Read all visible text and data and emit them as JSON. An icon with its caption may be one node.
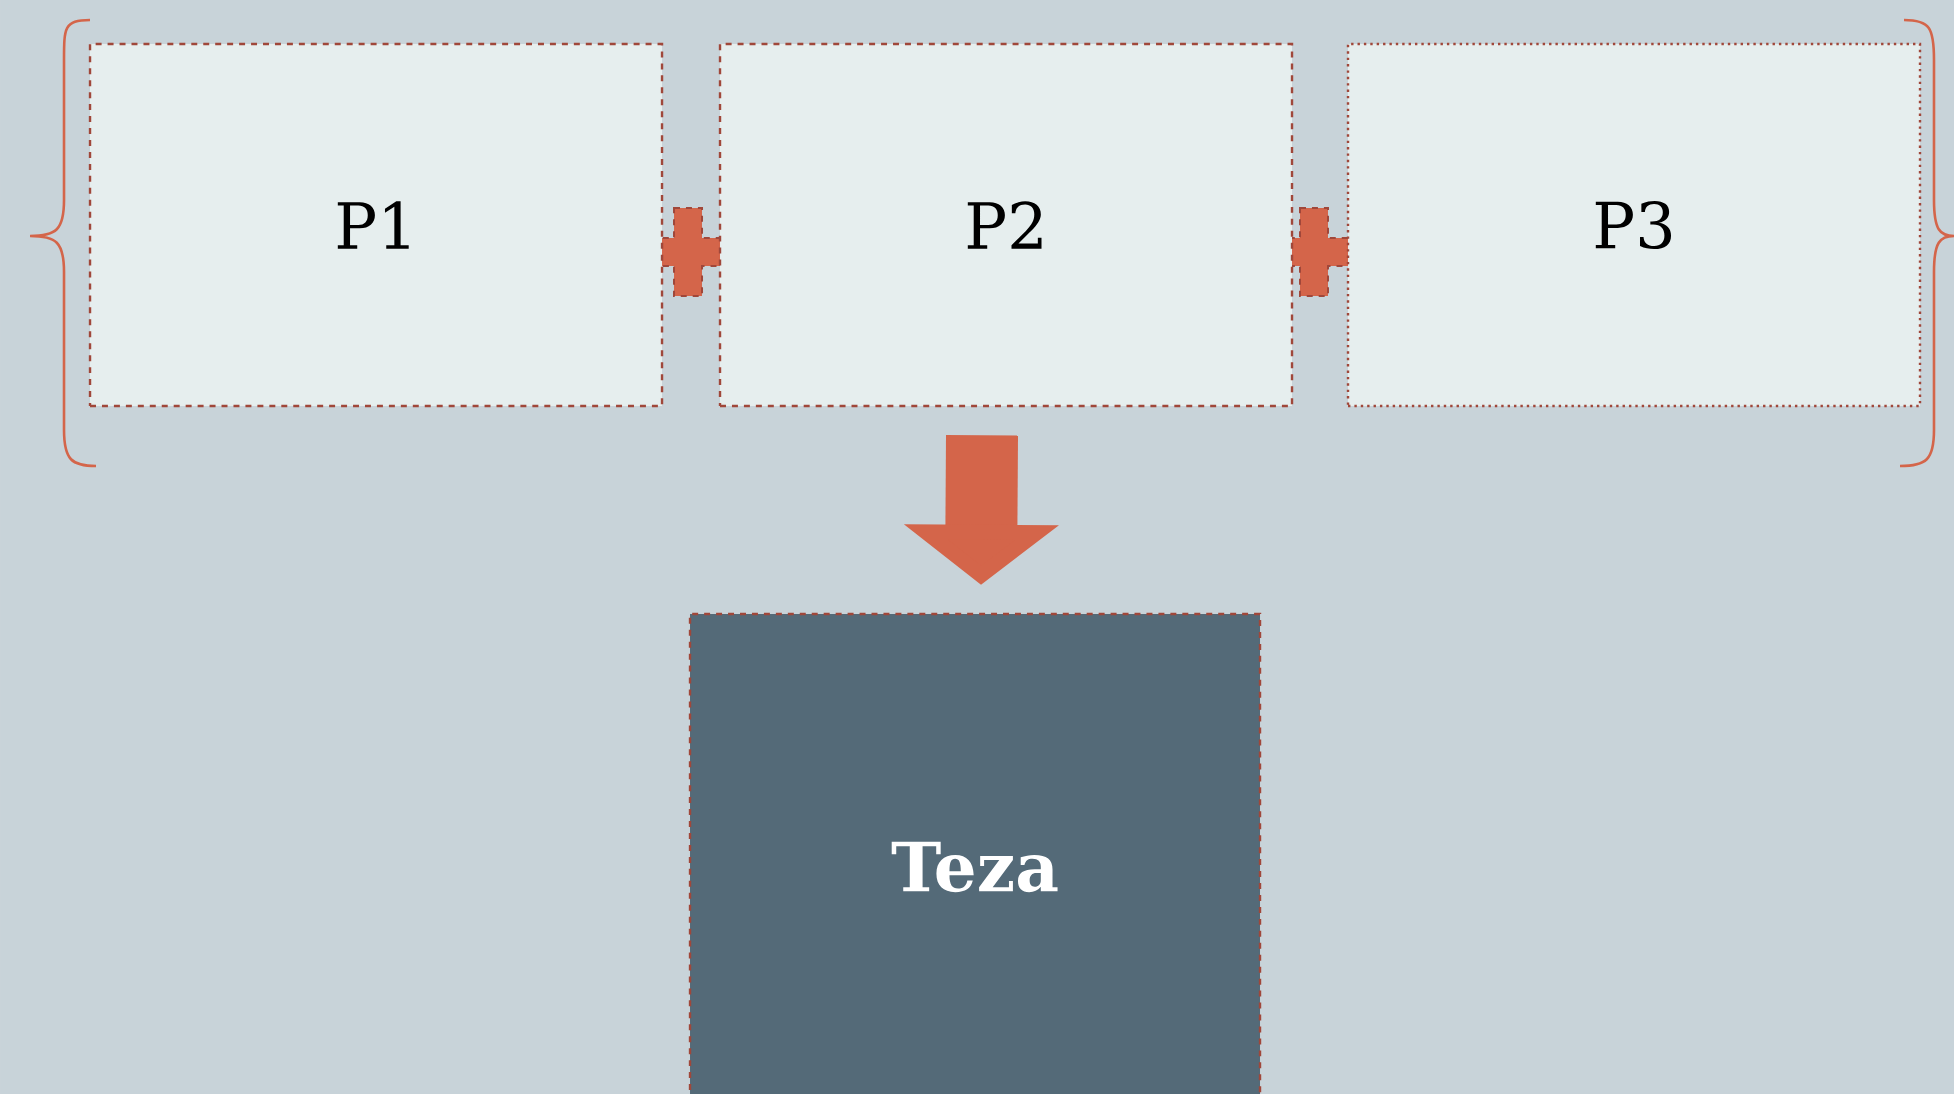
{
  "diagram": {
    "nodes": [
      {
        "text": [
          "P1"
        ]
      },
      {
        "text": [
          "P2"
        ]
      },
      {
        "text": [
          "P3"
        ]
      },
      {
        "text": [
          "Teza"
        ]
      }
    ],
    "edges": [
      {
        "from": 1,
        "to": 3,
        "arrow": "to",
        "color": "#d4654a"
      }
    ]
  }
}
